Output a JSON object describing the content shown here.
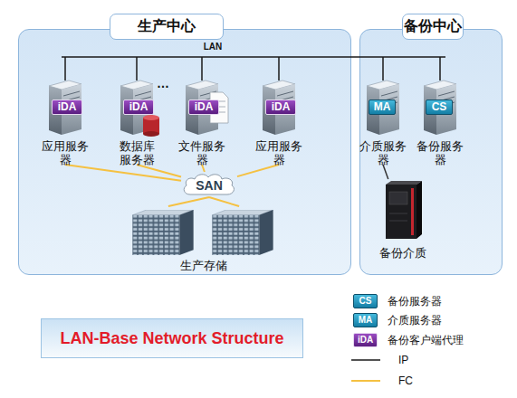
{
  "diagram": {
    "nodes": [
      {
        "text": [
          "生产中心"
        ]
      },
      {
        "text": [
          "应用服务器"
        ],
        "in": 0
      },
      {
        "text": [
          "iDA"
        ],
        "in": 1
      },
      {
        "text": [
          "数据库服务器"
        ],
        "in": 0
      },
      {
        "text": [
          "iDA"
        ],
        "in": 3
      },
      {
        "text": [
          "文件服务器"
        ],
        "in": 0
      },
      {
        "text": [
          "iDA"
        ],
        "in": 5
      },
      {
        "text": [
          "应用服务器"
        ],
        "in": 0
      },
      {
        "text": [
          "iDA"
        ],
        "in": 7
      },
      {
        "text": [
          "SAN"
        ],
        "in": 0
      },
      {
        "text": [
          "生产存储"
        ],
        "in": 0
      },
      {
        "text": [
          "备份中心"
        ]
      },
      {
        "text": [
          "介质服务器"
        ],
        "in": 11
      },
      {
        "text": [
          "MA"
        ],
        "in": 12
      },
      {
        "text": [
          "备份服务器"
        ],
        "in": 11
      },
      {
        "text": [
          "CS"
        ],
        "in": 14
      },
      {
        "text": [
          "备份介质"
        ],
        "in": 11
      },
      {
        "text": [
          "LAN-Base Network Structure"
        ]
      }
    ],
    "edges": [
      {
        "from": 1,
        "to": 9,
        "arrow": "none"
      },
      {
        "from": 3,
        "to": 9,
        "arrow": "none"
      },
      {
        "from": 5,
        "to": 9,
        "arrow": "none"
      },
      {
        "from": 7,
        "to": 9,
        "arrow": "none"
      },
      {
        "from": 9,
        "to": 10,
        "arrow": "none"
      },
      {
        "from": 12,
        "to": 16,
        "arrow": "none"
      }
    ],
    "labels": [
      "LAN",
      "…",
      "CS",
      "MA",
      "iDA"
    ],
    "legend": [
      {
        "text": "备份服务器"
      },
      {
        "text": "介质服务器"
      },
      {
        "text": "备份客户端代理"
      },
      {
        "text": "IP"
      },
      {
        "text": "FC"
      }
    ]
  }
}
